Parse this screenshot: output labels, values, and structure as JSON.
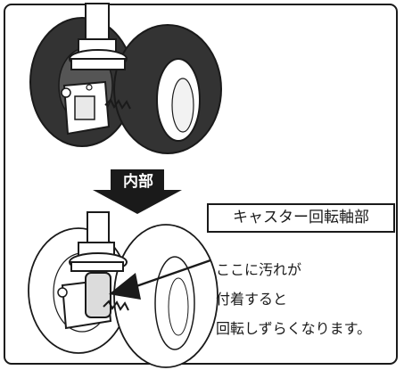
{
  "arrow_label": "内部",
  "callout": {
    "part_name": "キャスター回転軸部",
    "note_lines": [
      "ここに汚れが",
      "付着すると",
      "回転しずらくなります。"
    ]
  },
  "colors": {
    "ink": "#1a1a1a",
    "tire_dark": "#333333",
    "arrow": "#1a1a1a",
    "caster_body": "#dcdcdc"
  },
  "icons": [
    "caster-wheel-outer-view",
    "caster-wheel-inner-view",
    "down-arrow",
    "pointer-arrow"
  ]
}
